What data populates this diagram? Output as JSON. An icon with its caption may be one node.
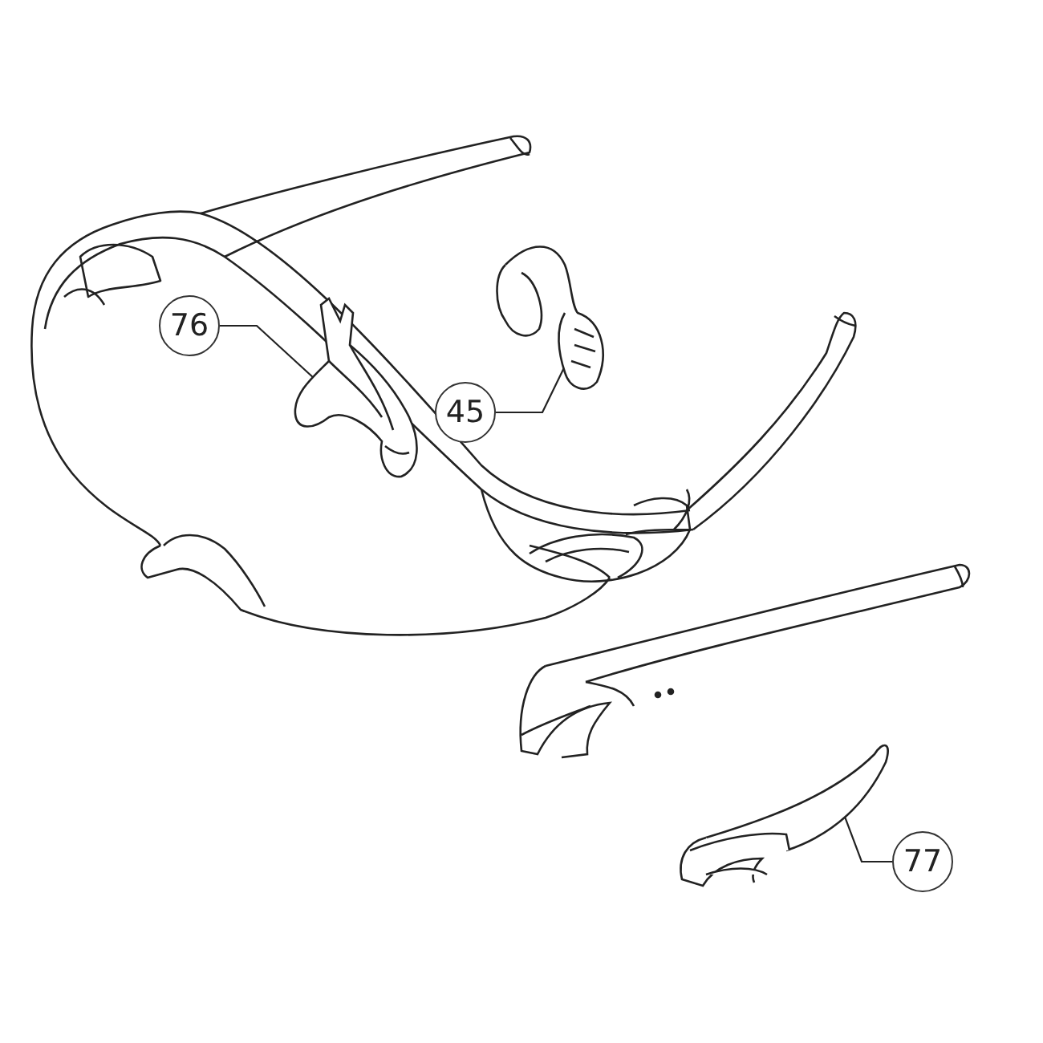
{
  "diagram": {
    "nodes": [
      {
        "text": [
          "76"
        ]
      },
      {
        "text": [],
        "shape": "picture"
      },
      {
        "text": [
          "45"
        ]
      },
      {
        "text": [],
        "shape": "picture"
      },
      {
        "text": [
          "77"
        ]
      },
      {
        "text": [],
        "shape": "picture"
      }
    ],
    "edges": [
      {
        "from": 0,
        "to": 1,
        "arrow": "none"
      },
      {
        "from": 2,
        "to": 3,
        "arrow": "none"
      },
      {
        "from": 4,
        "to": 5,
        "arrow": "none"
      }
    ]
  }
}
